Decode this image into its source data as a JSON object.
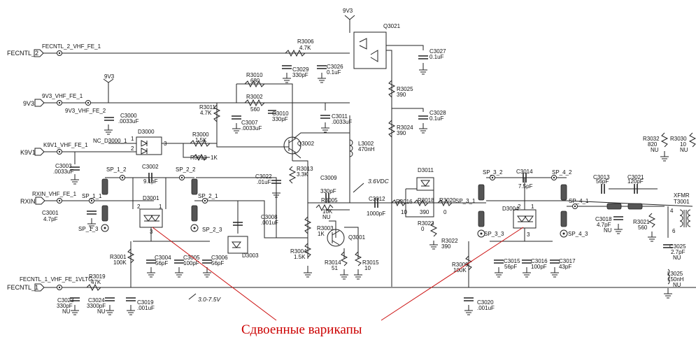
{
  "annotation": "Сдвоенные варикапы",
  "ports": {
    "fecntl2": "FECNTL_2",
    "v9v3": "9V3",
    "k9v1": "K9V1",
    "rxin": "RXIN",
    "fecntl1": "FECNTL_1"
  },
  "nets": {
    "fecntl2_net": "FECNTL_2_VHF_FE_1",
    "v9v3_net1": "9V3_VHF_FE_1",
    "v9v3_net2": "9V3_VHF_FE_2",
    "k9v1_net": "K9V1_VHF_FE_1",
    "rxin_net": "RXIN_VHF_FE_1",
    "fecntl1_net": "FECNTL_1_VHF_FE_1VLTG",
    "nc_d3000": "NC_D3000_1",
    "v9v3_top": "9V3",
    "v9v3_mid": "9V3",
    "xfmr": "XFMR"
  },
  "voltages": {
    "v36": "3.6VDC",
    "v375": "3.0-7.5V"
  },
  "components": {
    "q3021": "Q3021",
    "q3002": "Q3002",
    "q3001": "Q3001",
    "r3006": {
      "ref": "R3006",
      "val": "4.7K"
    },
    "c3029": {
      "ref": "C3029",
      "val": "330pF"
    },
    "c3026": {
      "ref": "C3026",
      "val": "0.1uF"
    },
    "c3027": {
      "ref": "C3027",
      "val": "0.1uF"
    },
    "r3010": {
      "ref": "R3010",
      "val": "680"
    },
    "r3002": {
      "ref": "R3002",
      "val": "560"
    },
    "c3007": {
      "ref": "C3007",
      "val": ".0033uF"
    },
    "c3010": {
      "ref": "C3010",
      "val": "330pF"
    },
    "c3011": {
      "ref": "C3011",
      "val": ".0033uF"
    },
    "r3011": {
      "ref": "R3011",
      "val": "4.7K"
    },
    "c3000": {
      "ref": "C3000",
      "val": ".0033uF"
    },
    "r3025": {
      "ref": "R3025",
      "val": "390"
    },
    "c3028": {
      "ref": "C3028",
      "val": "0.1uF"
    },
    "r3024": {
      "ref": "R3024",
      "val": "390"
    },
    "d3000": "D3000",
    "r3000": {
      "ref": "R3000",
      "val": "1.5K"
    },
    "r3012": {
      "ref": "R3012",
      "val": "1K"
    },
    "l3002": {
      "ref": "L3002",
      "val": "470nH"
    },
    "c3003": {
      "ref": "C3003",
      "val": ".0033uF"
    },
    "c3002": {
      "ref": "C3002",
      "val": "9.1pF"
    },
    "r3013": {
      "ref": "R3013",
      "val": "3.3K"
    },
    "c3022": {
      "ref": "C3022",
      "val": ".01uF"
    },
    "c3009": {
      "ref": "C3009",
      "val": "330pF"
    },
    "r3005": {
      "ref": "R3005",
      "val": "10K",
      "nu": "NU"
    },
    "c3012": {
      "ref": "C3012",
      "val": "1000pF"
    },
    "r3016": {
      "ref": "R3016",
      "val": "10"
    },
    "d3011": "D3011",
    "r3018": {
      "ref": "R3018",
      "val": "390"
    },
    "r3020": {
      "ref": "R3020",
      "val": "0"
    },
    "r3023": {
      "ref": "R3023",
      "val": "0"
    },
    "r3022": {
      "ref": "R3022",
      "val": "390"
    },
    "c3014": {
      "ref": "C3014",
      "val": "7.5pF"
    },
    "c3013": {
      "ref": "C3013",
      "val": "56pF"
    },
    "c3021": {
      "ref": "C3021",
      "val": "120pF"
    },
    "c3018": {
      "ref": "C3018",
      "val": "4.7pF",
      "nu": "NU"
    },
    "r3021": {
      "ref": "R3021",
      "val": "560"
    },
    "r3032": {
      "ref": "R3032",
      "val": "820",
      "nu": "NU"
    },
    "r3030": {
      "ref": "R3030",
      "val": "10",
      "nu": "NU"
    },
    "t3001": "T3001",
    "c3025": {
      "ref": "C3025",
      "val": "2.7pF",
      "nu": "NU"
    },
    "l3025": {
      "ref": "L3025",
      "val": "150nH",
      "nu": "NU"
    },
    "c3001": {
      "ref": "C3001",
      "val": "4.7pF"
    },
    "d3001": "D3001",
    "c3008": {
      "ref": "C3008",
      "val": ".001uF"
    },
    "d3003": "D3003",
    "r3003": {
      "ref": "R3003",
      "val": "1K"
    },
    "r3004": {
      "ref": "R3004",
      "val": "1.5K"
    },
    "r3014": {
      "ref": "R3014",
      "val": "51"
    },
    "r3015": {
      "ref": "R3015",
      "val": "10"
    },
    "r3001": {
      "ref": "R3001",
      "val": "100K"
    },
    "c3004": {
      "ref": "C3004",
      "val": "56pF"
    },
    "c3005": {
      "ref": "C3005",
      "val": "100pF"
    },
    "c3006": {
      "ref": "C3006",
      "val": "56pF"
    },
    "d3004": "D3004",
    "r3009": {
      "ref": "R3009",
      "val": "100K"
    },
    "c3015": {
      "ref": "C3015",
      "val": "56pF"
    },
    "c3016": {
      "ref": "C3016",
      "val": "100pF"
    },
    "c3017": {
      "ref": "C3017",
      "val": "43pF"
    },
    "r3019": {
      "ref": "R3019",
      "val": "47K"
    },
    "c3023": {
      "ref": "C3023",
      "val": "330pF",
      "nu": "NU"
    },
    "c3024": {
      "ref": "C3024",
      "val": "3300pF",
      "nu": "NU"
    },
    "c3019": {
      "ref": "C3019",
      "val": ".001uF"
    },
    "c3020": {
      "ref": "C3020",
      "val": ".001uF"
    }
  },
  "pads": {
    "sp1_1": "SP_1_1",
    "sp1_2": "SP_1_2",
    "sp1_3": "SP_1_3",
    "sp2_1": "SP_2_1",
    "sp2_2": "SP_2_2",
    "sp2_3": "SP_2_3",
    "sp3_1": "SP_3_1",
    "sp3_2": "SP_3_2",
    "sp3_3": "SP_3_3",
    "sp4_1": "SP_4_1",
    "sp4_2": "SP_4_2",
    "sp4_3": "SP_4_3"
  },
  "pins": {
    "d3000_p1": "1",
    "d3000_p2": "2",
    "d3000_p3": "3",
    "d3001_p2": "2",
    "d3001_p1": "1",
    "d3001_p3": "3",
    "d3004_p2": "2",
    "d3004_p1": "1",
    "d3004_p3": "3",
    "t3001_p4": "4",
    "t3001_p6": "6"
  }
}
